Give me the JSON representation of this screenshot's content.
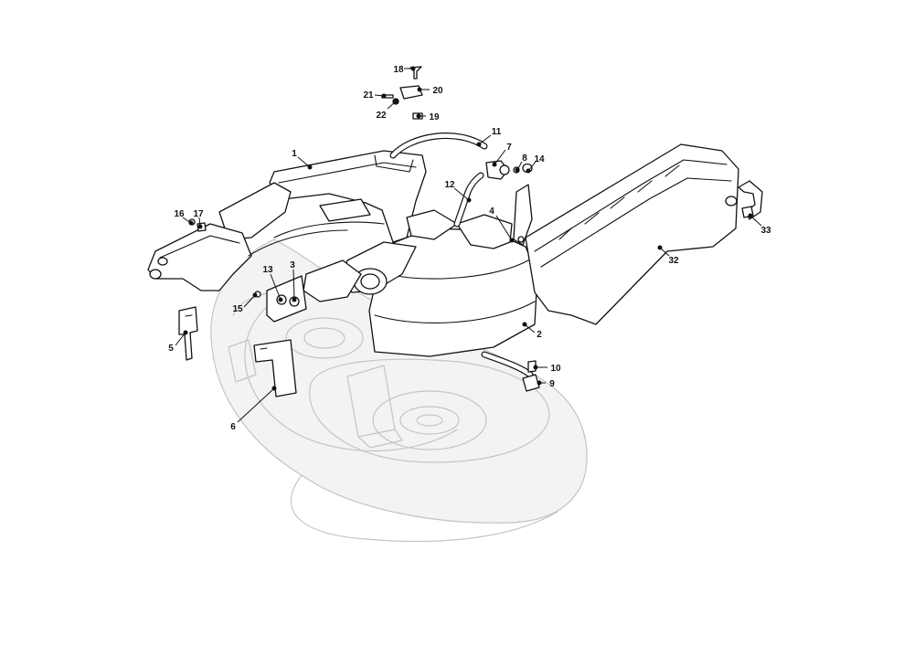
{
  "diagram": {
    "callouts": [
      {
        "id": "c1",
        "label": "1"
      },
      {
        "id": "c2",
        "label": "2"
      },
      {
        "id": "c3",
        "label": "3"
      },
      {
        "id": "c4",
        "label": "4"
      },
      {
        "id": "c5",
        "label": "5"
      },
      {
        "id": "c6",
        "label": "6"
      },
      {
        "id": "c7",
        "label": "7"
      },
      {
        "id": "c8",
        "label": "8"
      },
      {
        "id": "c9",
        "label": "9"
      },
      {
        "id": "c10",
        "label": "10"
      },
      {
        "id": "c11",
        "label": "11"
      },
      {
        "id": "c12",
        "label": "12"
      },
      {
        "id": "c13",
        "label": "13"
      },
      {
        "id": "c14",
        "label": "14"
      },
      {
        "id": "c15",
        "label": "15"
      },
      {
        "id": "c16",
        "label": "16"
      },
      {
        "id": "c17",
        "label": "17"
      },
      {
        "id": "c18",
        "label": "18"
      },
      {
        "id": "c19",
        "label": "19"
      },
      {
        "id": "c20",
        "label": "20"
      },
      {
        "id": "c21",
        "label": "21"
      },
      {
        "id": "c22",
        "label": "22"
      },
      {
        "id": "c32",
        "label": "32"
      },
      {
        "id": "c33",
        "label": "33"
      }
    ]
  }
}
